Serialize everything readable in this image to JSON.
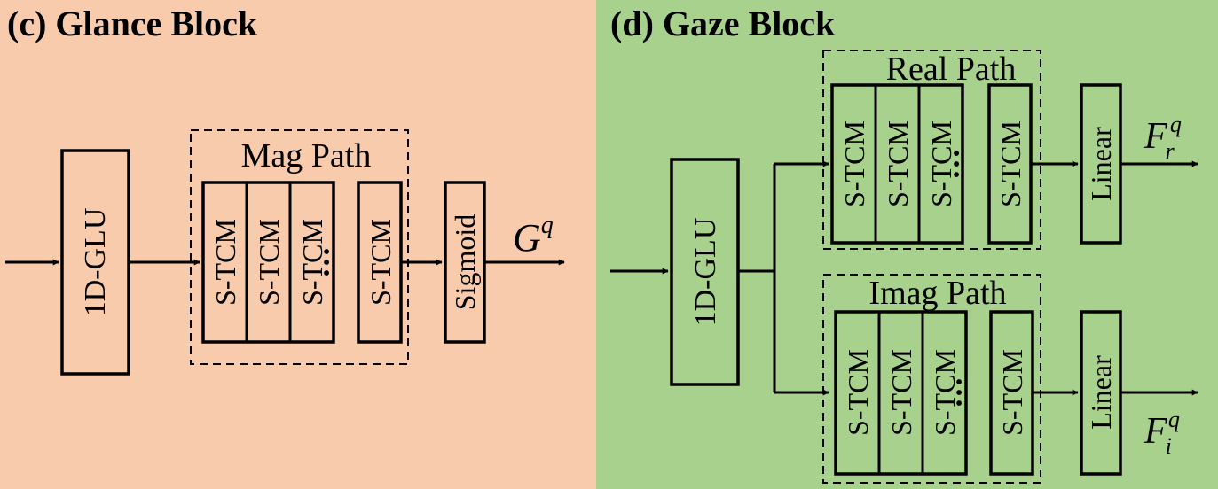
{
  "glance": {
    "title": "(c) Glance Block",
    "glu_label": "1D-GLU",
    "path_label": "Mag Path",
    "tcm_label": "S-TCM",
    "dots": "···",
    "sigmoid_label": "Sigmoid",
    "output": {
      "base": "G",
      "sup": "q"
    },
    "bg_color": "#f7cbac"
  },
  "gaze": {
    "title": "(d) Gaze Block",
    "glu_label": "1D-GLU",
    "real_path_label": "Real Path",
    "imag_path_label": "Imag Path",
    "tcm_label": "S-TCM",
    "dots": "···",
    "linear_label": "Linear",
    "output_real": {
      "base": "F",
      "sub": "r",
      "sup": "q"
    },
    "output_imag": {
      "base": "F",
      "sub": "i",
      "sup": "q"
    },
    "bg_color": "#a9d18e"
  }
}
